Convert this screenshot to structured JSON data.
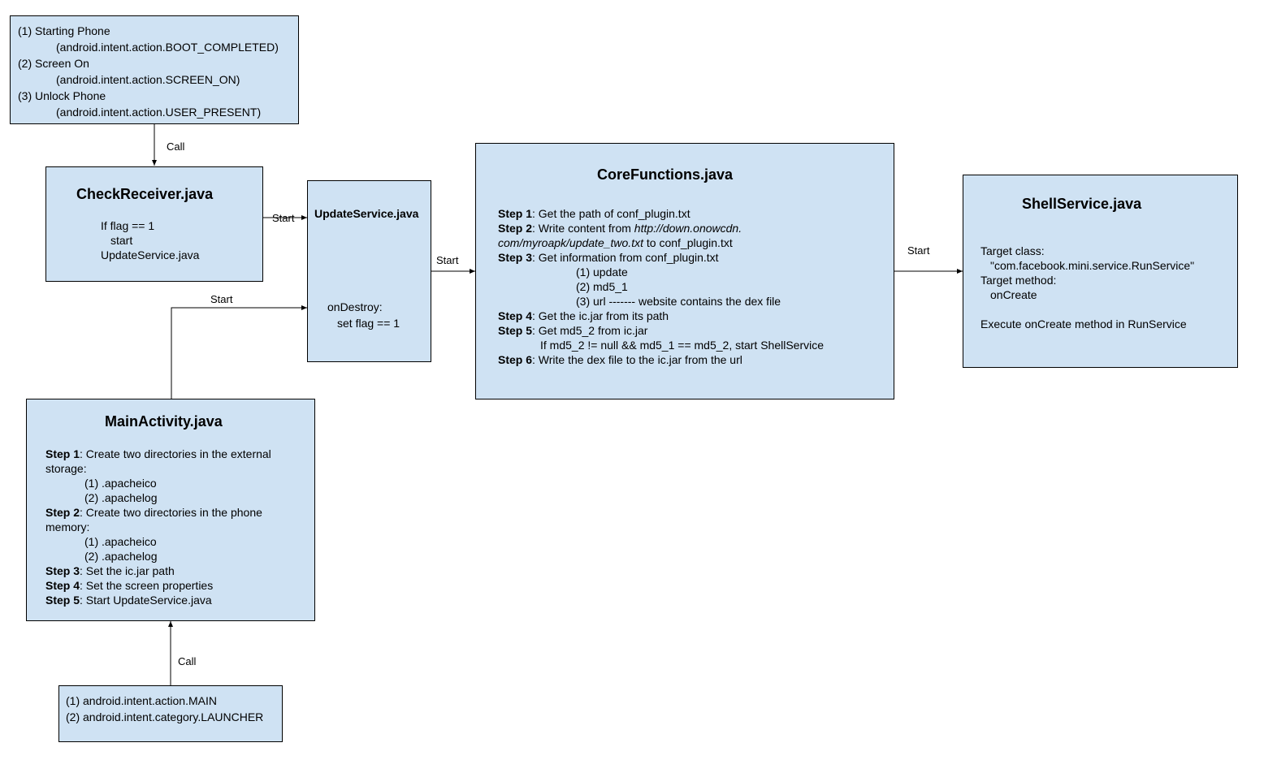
{
  "triggers_box": {
    "lines": [
      "(1) Starting Phone",
      "(android.intent.action.BOOT_COMPLETED)",
      "(2) Screen On",
      "(android.intent.action.SCREEN_ON)",
      "(3) Unlock Phone",
      "(android.intent.action.USER_PRESENT)"
    ]
  },
  "check_receiver": {
    "title": "CheckReceiver.java",
    "lines": [
      "If flag == 1",
      "start",
      "UpdateService.java"
    ]
  },
  "update_service": {
    "title": "UpdateService.java",
    "lines": [
      "onDestroy:",
      "set flag == 1"
    ]
  },
  "core_functions": {
    "title": "CoreFunctions.java",
    "steps": [
      {
        "label": "Step 1",
        "text": ": Get the path of conf_plugin.txt"
      },
      {
        "label": "Step 2",
        "text": ": Write content from ",
        "url1": "http://down.onowcdn.",
        "url2": "com/myroapk/update_two.txt",
        "text2": " to conf_plugin.txt"
      },
      {
        "label": "Step 3",
        "text": ": Get information from conf_plugin.txt",
        "subs": [
          "(1) update",
          "(2) md5_1",
          "(3) url ------- website contains the dex file"
        ]
      },
      {
        "label": "Step 4",
        "text": ": Get the ic.jar from its path"
      },
      {
        "label": "Step 5",
        "text": ": Get md5_2 from ic.jar",
        "extra": "If md5_2 != null && md5_1 == md5_2, start ShellService"
      },
      {
        "label": "Step 6",
        "text": ": Write the dex file to the ic.jar from the url"
      }
    ]
  },
  "shell_service": {
    "title": "ShellService.java",
    "lines": [
      "Target class:",
      "\"com.facebook.mini.service.RunService\"",
      "Target method:",
      "onCreate",
      "Execute onCreate method in RunService"
    ]
  },
  "main_activity": {
    "title": "MainActivity.java",
    "steps": [
      {
        "label": "Step 1",
        "text": ": Create two directories in the external",
        "cont": "storage:",
        "subs": [
          "(1) .apacheico",
          "(2) .apachelog"
        ]
      },
      {
        "label": "Step 2",
        "text": ": Create two directories in the phone",
        "cont": "memory:",
        "subs": [
          "(1) .apacheico",
          "(2) .apachelog"
        ]
      },
      {
        "label": "Step 3",
        "text": ": Set the ic.jar path"
      },
      {
        "label": "Step 4",
        "text": ": Set the screen properties"
      },
      {
        "label": "Step 5",
        "text": ": Start UpdateService.java"
      }
    ]
  },
  "launcher_box": {
    "lines": [
      "(1) android.intent.action.MAIN",
      "(2) android.intent.category.LAUNCHER"
    ]
  },
  "edge_labels": {
    "call_top": "Call",
    "start_check_to_update": "Start",
    "start_main_to_update": "Start",
    "start_update_to_core": "Start",
    "start_core_to_shell": "Start",
    "call_bottom": "Call"
  },
  "colors": {
    "box_fill": "#cfe2f3",
    "border": "#000000"
  }
}
